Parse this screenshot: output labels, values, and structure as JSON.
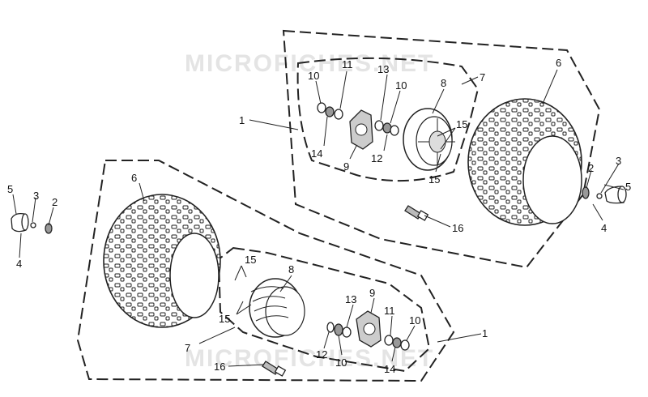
{
  "watermark": "MICROFICHES.NET",
  "callouts": {
    "c1a": "1",
    "c1b": "1",
    "c2a": "2",
    "c2b": "2",
    "c3a": "3",
    "c3b": "3",
    "c4a": "4",
    "c4b": "4",
    "c5a": "5",
    "c5b": "5",
    "c6a": "6",
    "c6b": "6",
    "c7a": "7",
    "c7b": "7",
    "c8a": "8",
    "c8b": "8",
    "c9a": "9",
    "c9b": "9",
    "c10a": "10",
    "c10b": "10",
    "c10c": "10",
    "c10d": "10",
    "c11a": "11",
    "c11b": "11",
    "c12a": "12",
    "c12b": "12",
    "c13a": "13",
    "c13b": "13",
    "c14a": "14",
    "c14b": "14",
    "c15a": "15",
    "c15b": "15",
    "c15c": "15",
    "c15d": "15",
    "c16a": "16",
    "c16b": "16"
  }
}
